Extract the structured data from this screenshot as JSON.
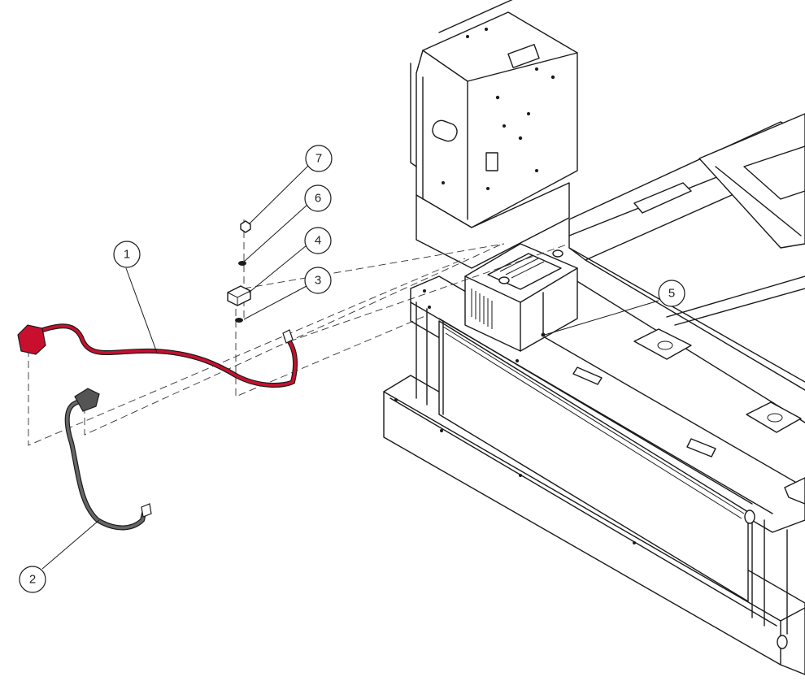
{
  "diagram": {
    "callouts": [
      {
        "id": "1",
        "label": "1"
      },
      {
        "id": "2",
        "label": "2"
      },
      {
        "id": "3",
        "label": "3"
      },
      {
        "id": "4",
        "label": "4"
      },
      {
        "id": "5",
        "label": "5"
      },
      {
        "id": "6",
        "label": "6"
      },
      {
        "id": "7",
        "label": "7"
      }
    ],
    "colors": {
      "line": "#1a1a1a",
      "positive_cable": "#c8102e",
      "negative_cable": "#555555"
    }
  }
}
